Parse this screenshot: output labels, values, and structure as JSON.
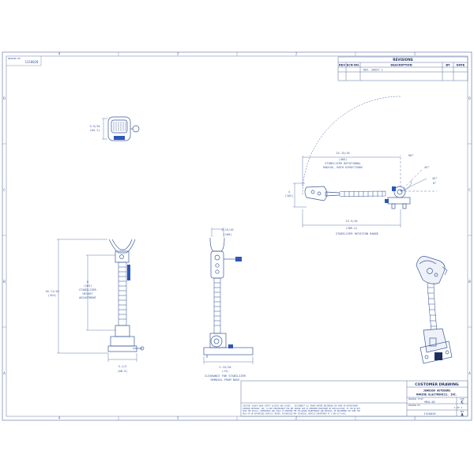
{
  "colors": {
    "line": "#3d5a9a",
    "dark": "#1e2e60",
    "frame": "#5a6f9f"
  },
  "drawing_no_label": "DRAWING NO.",
  "drawing_no": "1310020",
  "border": {
    "top": [
      "4",
      "3",
      "2",
      "1"
    ],
    "bottom": [
      "4",
      "3",
      "2",
      "1"
    ],
    "left": [
      "D",
      "C",
      "B",
      "A"
    ],
    "right": [
      "D",
      "C",
      "B",
      "A"
    ]
  },
  "revisions": {
    "title": "REVISIONS",
    "headers": [
      "REV",
      "ECN NO.",
      "DESCRIPTION",
      "BY",
      "DATE"
    ],
    "rows": [
      [
        "",
        "",
        "REV. SHEET 1",
        "",
        ""
      ]
    ]
  },
  "top_view": {
    "dim1": "3-5/16",
    "dim2": "(84.1)"
  },
  "rotation_view": {
    "radius_label": [
      "15-15/16",
      "(405)",
      "STABILIZER ROTATIONAL",
      "RADIUS, BOTH DIRECTIONS"
    ],
    "height_label": [
      "4",
      "(102)"
    ],
    "angles": [
      "90°",
      "45°",
      "0°",
      "45°"
    ],
    "range_label": [
      "15-5/16",
      "(389.4)"
    ],
    "range_caption": "STABILIZER ROTATION RANGE"
  },
  "side_view": {
    "height_label": [
      "16-11/16",
      "(424)"
    ],
    "adjust_label": [
      "8",
      "(203)",
      "STABILIZER",
      "HEIGHT",
      "ADJUSTMENT"
    ],
    "base_label": [
      "3-1/2",
      "(88.9)"
    ]
  },
  "front_view": {
    "top_label": [
      "3-15/16",
      "(100)"
    ],
    "bottom_label": [
      "2-15/16",
      "(74)"
    ],
    "clearance": [
      "CLEARANCE FOR STABILIZER",
      "REMOVAL FROM BASE"
    ]
  },
  "title_block": {
    "title": "CUSTOMER DRAWING",
    "company": [
      "JOHNSON OUTDOORS",
      "MARINE ELECTRONICS, INC."
    ],
    "drawing_title_label": "DRAWING TITLE",
    "drawing_title": "MKA-48",
    "drawing_no_label": "DRAWING NO.",
    "drawing_no": "1310020",
    "size_label": "SIZE",
    "size": "C",
    "rev_label": "REV",
    "rev": "A",
    "sheet": "1 OF 1",
    "caution": [
      "CAUTION: ALWAYS WEAR SAFETY GLASSES AND GLOVES... DISCONNECT ALL POWER BEFORE BEGINNING ANY WORK ON MOTOR/MOUNT",
      "JOHNSON OUTDOORS, INC. IS NOT RESPONSIBLE FOR ANY DAMAGE DUE TO IMPROPER PROCEDURE OR INSTALLATION. IF YOU DO NOT",
      "HAVE THE SKILLS, EXPERIENCE AND TOOLS TO PERFORM THE FOLLOWING MAINTENANCE AND REPAIRS, WE RECOMMEND YOU SEEK THE",
      "HELP OF AN AUTHORIZED SERVICE CENTER. AUTHORIZED MKA TECHNICAL SERVICE DEPARTMENT AT 1-800-227-6433."
    ]
  }
}
